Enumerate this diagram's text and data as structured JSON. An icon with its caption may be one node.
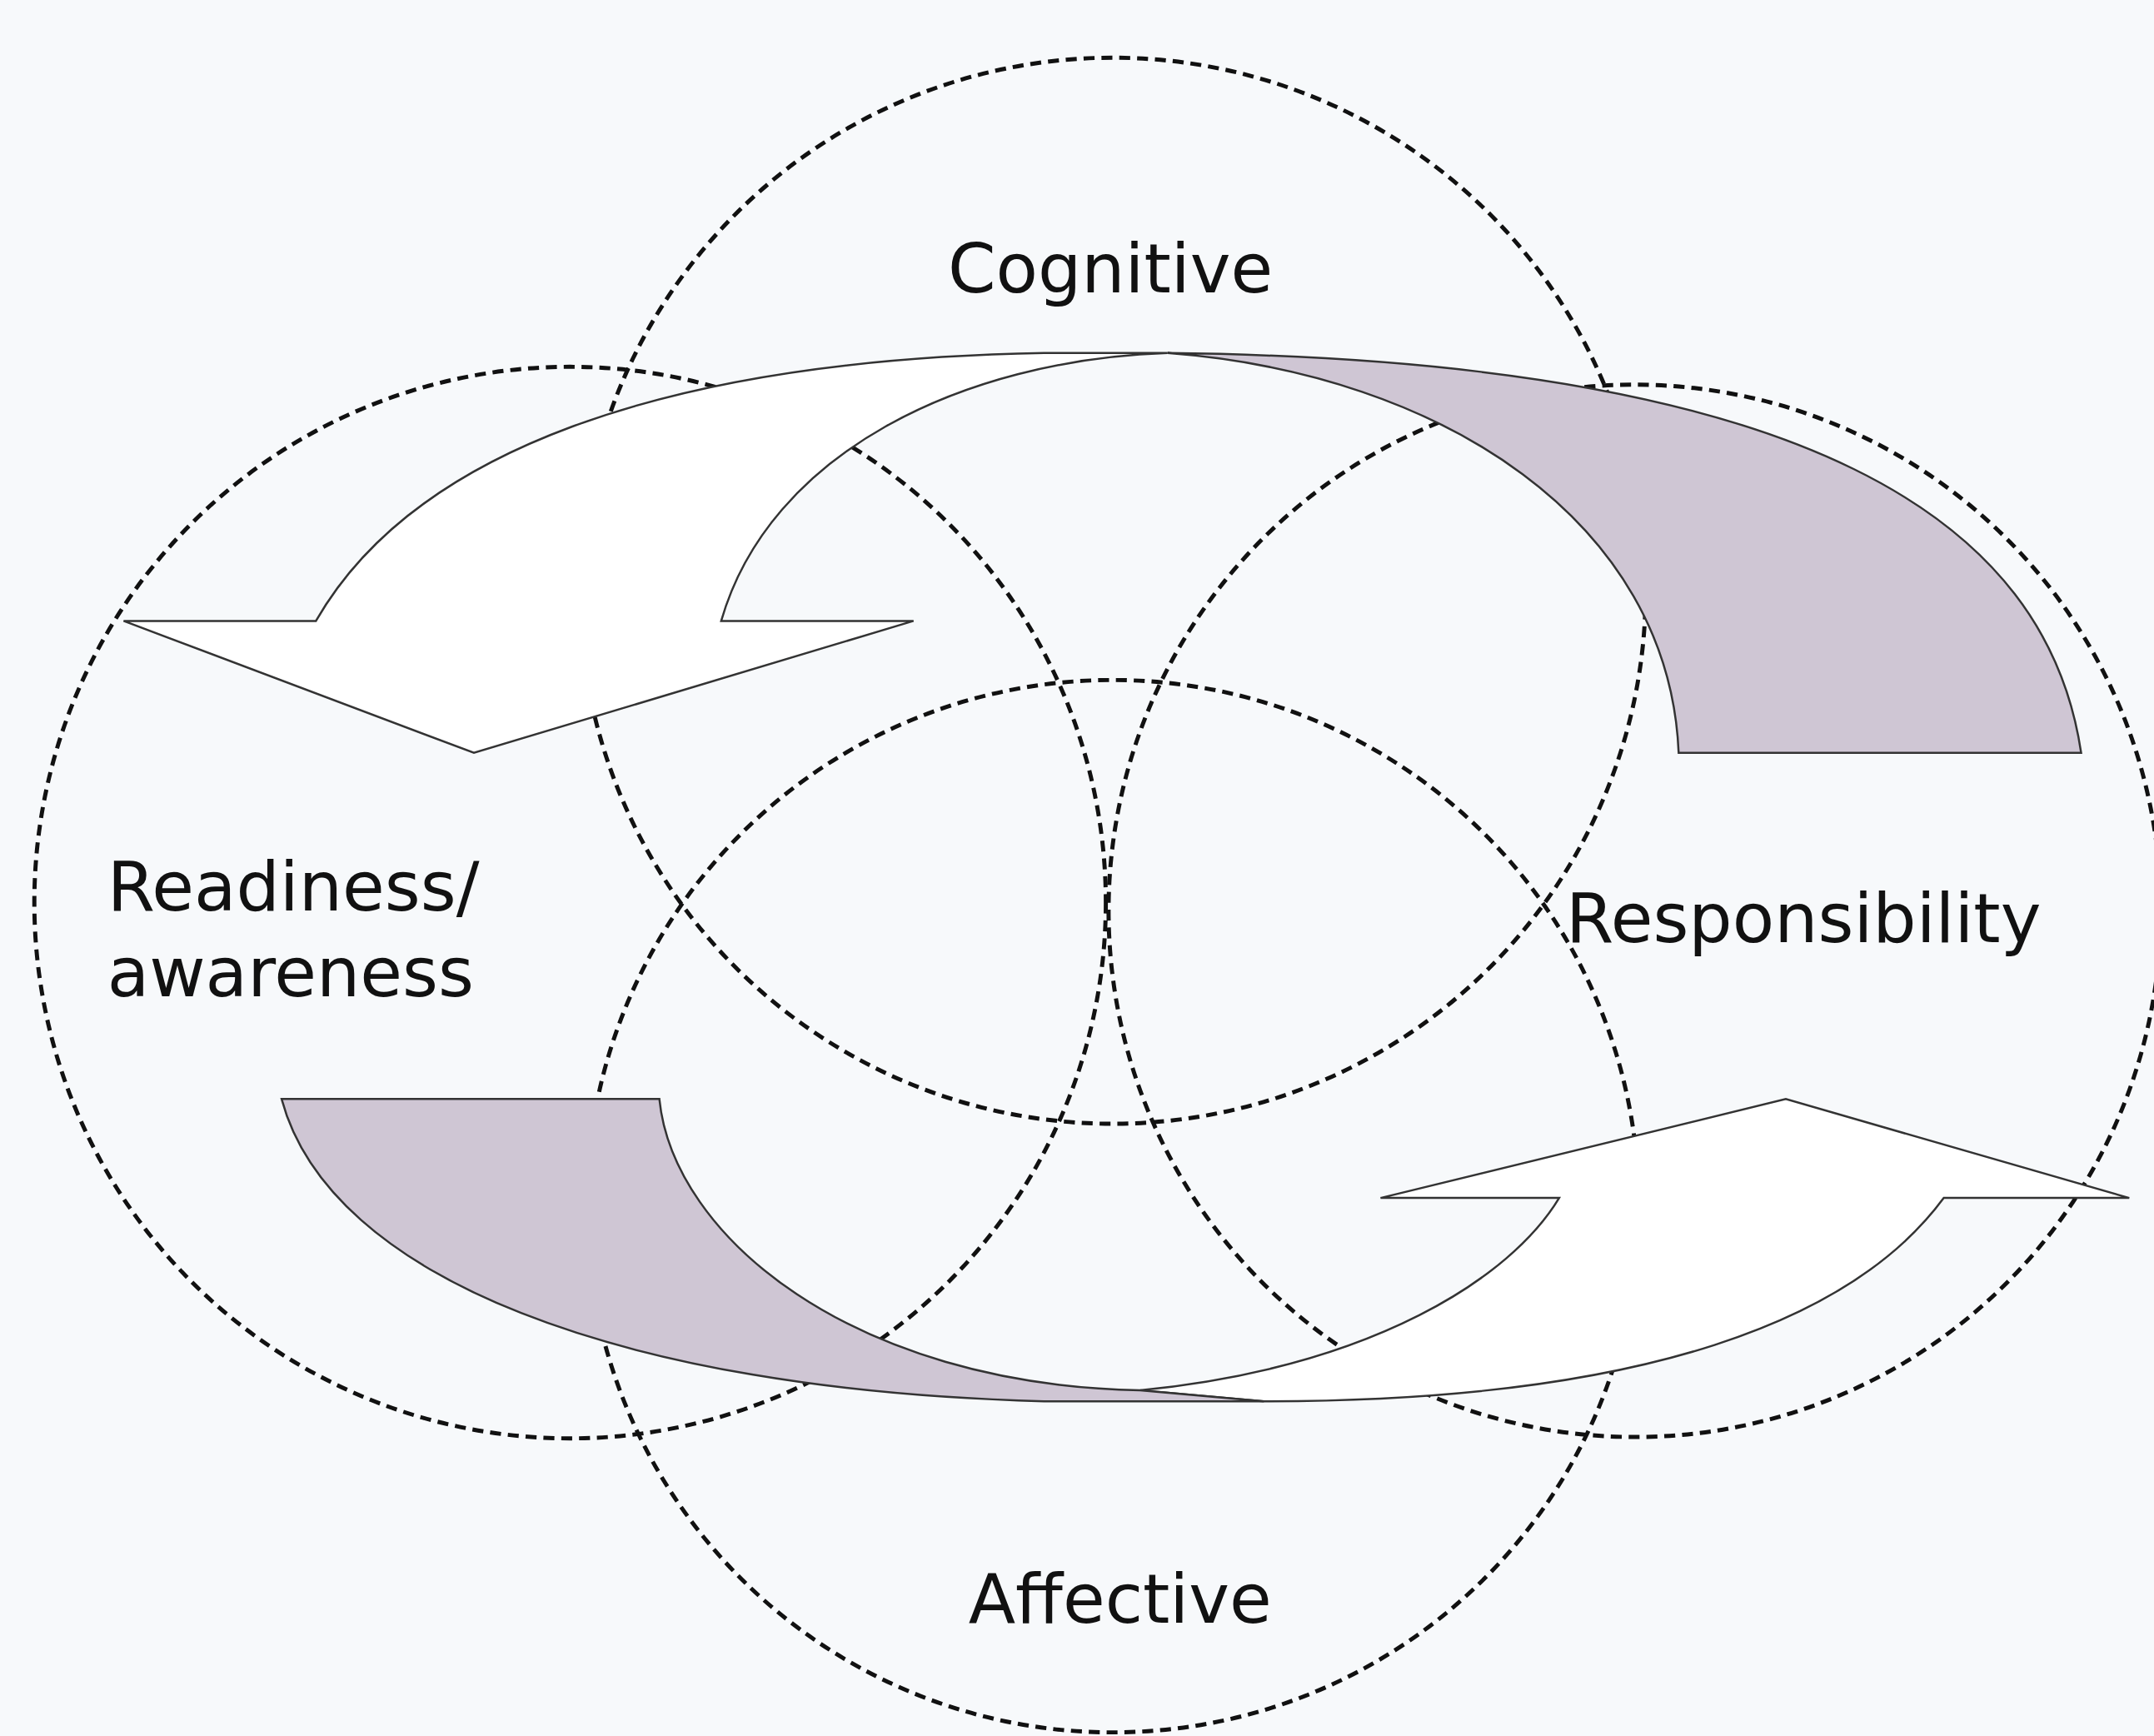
{
  "diagram": {
    "nodes": [
      {
        "text": [
          "Cognitive"
        ]
      },
      {
        "text": [
          "Readiness/ awareness"
        ]
      },
      {
        "text": [
          "Responsibility"
        ]
      },
      {
        "text": [
          "Affective"
        ]
      }
    ],
    "edges": [
      {
        "from": 2,
        "to": 1,
        "arrow": "to"
      },
      {
        "from": 1,
        "to": 2,
        "arrow": "to"
      }
    ]
  }
}
